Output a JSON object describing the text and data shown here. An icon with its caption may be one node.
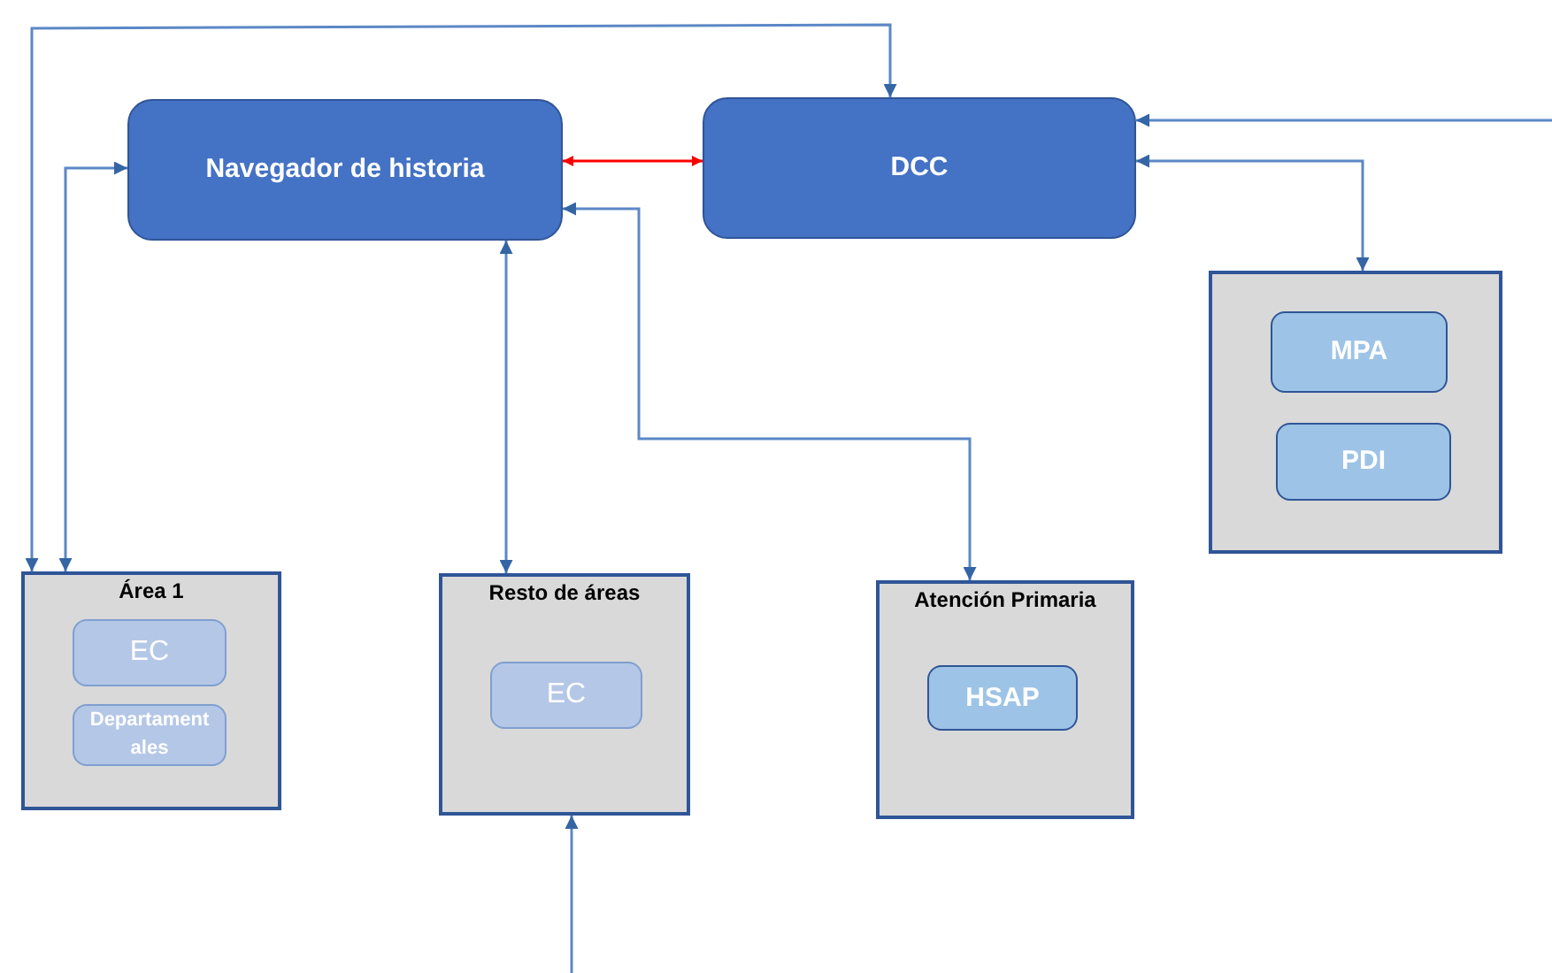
{
  "diagram": {
    "nodes": [
      {
        "text": [
          "Navegador de historia"
        ]
      },
      {
        "text": [
          "DCC"
        ]
      },
      {
        "text": [],
        "shape": "box"
      },
      {
        "text": [
          "MPA"
        ],
        "in": 2
      },
      {
        "text": [
          "PDI"
        ],
        "in": 2
      },
      {
        "text": [
          "Área 1"
        ]
      },
      {
        "text": [
          "EC"
        ],
        "in": 5
      },
      {
        "text": [
          "Departamentales"
        ],
        "in": 5
      },
      {
        "text": [
          "Resto de áreas"
        ]
      },
      {
        "text": [
          "EC"
        ],
        "in": 8
      },
      {
        "text": [
          "Atención Primaria"
        ]
      },
      {
        "text": [
          "HSAP"
        ],
        "in": 10
      }
    ],
    "edges": [
      {
        "from": 0,
        "to": 1,
        "arrow": "both",
        "color": "#ff0000"
      },
      {
        "from": 5,
        "to": 1,
        "arrow": "both"
      },
      {
        "from": 5,
        "to": 0,
        "arrow": "both"
      },
      {
        "from": 0,
        "to": 8,
        "arrow": "both"
      },
      {
        "from": 10,
        "to": 0,
        "arrow": "both"
      },
      {
        "from": null,
        "to": 1,
        "arrow": "to"
      },
      {
        "from": 1,
        "to": 2,
        "arrow": "both"
      },
      {
        "from": null,
        "to": 8,
        "arrow": "to"
      }
    ]
  }
}
